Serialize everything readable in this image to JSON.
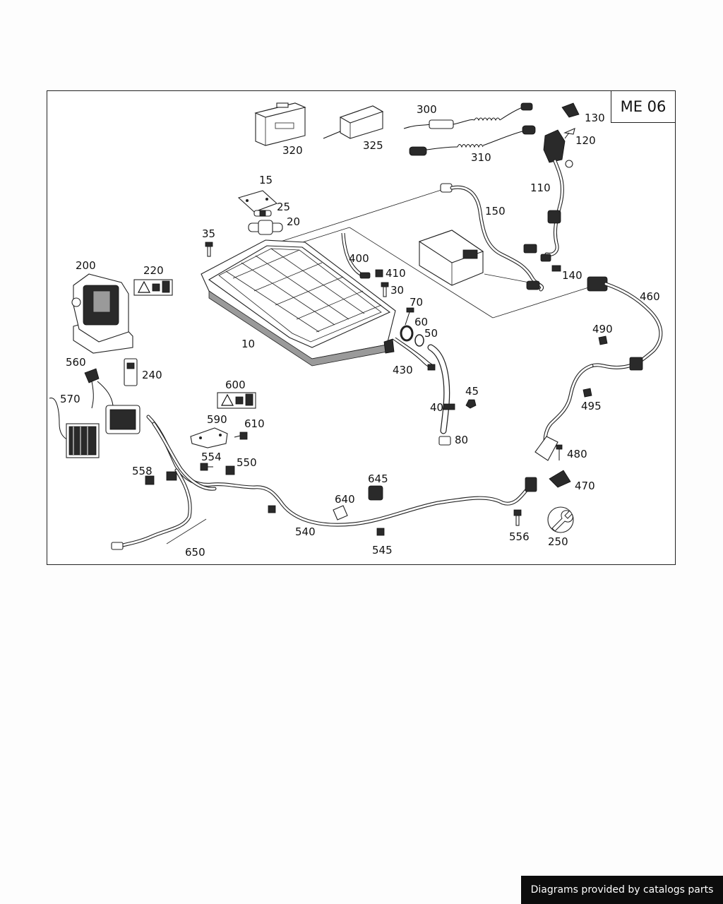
{
  "diagram_code": "ME 06",
  "footer": {
    "text": "Diagrams provided by catalogs parts"
  },
  "callouts": {
    "c10": "10",
    "c15": "15",
    "c20": "20",
    "c25": "25",
    "c30": "30",
    "c35": "35",
    "c40": "40",
    "c45": "45",
    "c50": "50",
    "c60": "60",
    "c70": "70",
    "c80": "80",
    "c110": "110",
    "c120": "120",
    "c130": "130",
    "c140": "140",
    "c150": "150",
    "c200": "200",
    "c220": "220",
    "c240": "240",
    "c250": "250",
    "c300": "300",
    "c310": "310",
    "c320": "320",
    "c325": "325",
    "c400": "400",
    "c410": "410",
    "c430": "430",
    "c460": "460",
    "c470": "470",
    "c480": "480",
    "c490": "490",
    "c495": "495",
    "c540": "540",
    "c545": "545",
    "c550": "550",
    "c554": "554",
    "c556": "556",
    "c558": "558",
    "c560": "560",
    "c570": "570",
    "c590": "590",
    "c600": "600",
    "c610": "610",
    "c640": "640",
    "c645": "645",
    "c650": "650"
  },
  "icons": {
    "warning_label": "warning-label-icon",
    "wrench": "wrench-icon"
  }
}
